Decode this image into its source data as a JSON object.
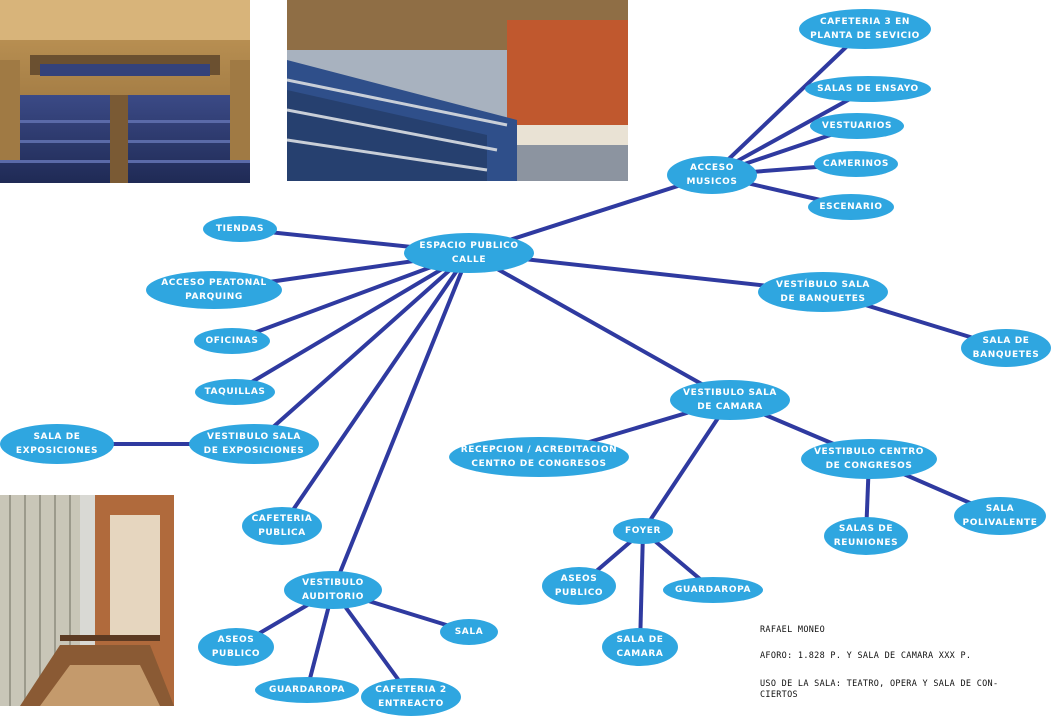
{
  "colors": {
    "node": "#2fa6e0",
    "line": "#2f3aa0",
    "text": "#ffffff"
  },
  "nodes": {
    "espacio": "ESPACIO PUBLICO\nCALLE",
    "tiendas": "TIENDAS",
    "peatonal": "ACCESO PEATONAL\nPARQUING",
    "oficinas": "OFICINAS",
    "taquillas": "TAQUILLAS",
    "vest_expo": "VESTIBULO SALA\nDE EXPOSICIONES",
    "sala_expo": "SALA DE\nEXPOSICIONES",
    "caf_publica": "CAFETERIA\nPUBLICA",
    "vest_aud": "VESTIBULO\nAUDITORIO",
    "sala": "SALA",
    "aseos_aud": "ASEOS\nPUBLICO",
    "guard_aud": "GUARDAROPA",
    "caf2": "CAFETERIA 2\nENTREACTO",
    "acceso_mus": "ACCESO\nMUSICOS",
    "caf3": "CAFETERIA 3 EN\nPLANTA DE SEVICIO",
    "ensayo": "SALAS DE ENSAYO",
    "vestuarios": "VESTUARIOS",
    "camerinos": "CAMERINOS",
    "escenario": "ESCENARIO",
    "vest_banq": "VESTÍBULO SALA\nDE BANQUETES",
    "sala_banq": "SALA DE\nBANQUETES",
    "vest_cam": "VESTIBULO SALA\nDE CAMARA",
    "recepcion": "RECEPCION / ACREDITACION\nCENTRO DE CONGRESOS",
    "foyer": "FOYER",
    "aseos_foy": "ASEOS\nPUBLICO",
    "guard_foy": "GUARDAROPA",
    "sala_cam": "SALA DE\nCAMARA",
    "vest_cong": "VESTIBULO CENTRO\nDE CONGRESOS",
    "reuniones": "SALAS DE\nREUNIONES",
    "polivalente": "SALA\nPOLIVALENTE"
  },
  "notes": {
    "architect": "RAFAEL MONEO",
    "aforo": "AFORO: 1.828 P. Y SALA DE CAMARA XXX P.",
    "uso": "USO DE LA SALA: TEATRO, OPERA Y SALA DE CON-\nCIERTOS"
  }
}
